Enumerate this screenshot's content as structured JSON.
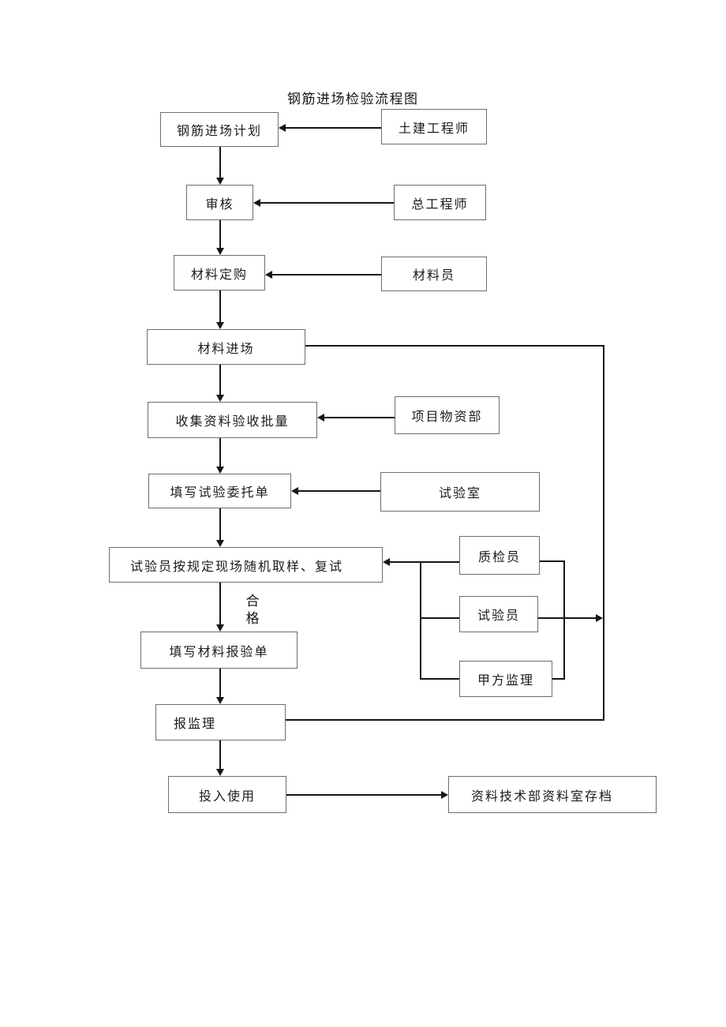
{
  "title": "钢筋进场检验流程图",
  "nodes": {
    "plan": "钢筋进场计划",
    "review": "审核",
    "order": "材料定购",
    "entry": "材料进场",
    "collect": "收集资料验收批量",
    "fill_test_form": "填写试验委托单",
    "sampling": "试验员按规定现场随机取样、复试",
    "fill_report_form": "填写材料报验单",
    "report_supervision": "报监理",
    "put_into_use": "投入使用",
    "civil_engineer": "土建工程师",
    "chief_engineer": "总工程师",
    "material_clerk": "材料员",
    "materials_dept": "项目物资部",
    "lab": "试验室",
    "qc_inspector": "质检员",
    "tester": "试验员",
    "party_a_supervisor": "甲方监理",
    "archive": "资料技术部资料室存档"
  },
  "edge_labels": {
    "qualified": "合格"
  },
  "edges": [
    {
      "from": "civil_engineer",
      "to": "plan"
    },
    {
      "from": "plan",
      "to": "review"
    },
    {
      "from": "chief_engineer",
      "to": "review"
    },
    {
      "from": "review",
      "to": "order"
    },
    {
      "from": "material_clerk",
      "to": "order"
    },
    {
      "from": "order",
      "to": "entry"
    },
    {
      "from": "entry",
      "to": "collect"
    },
    {
      "from": "materials_dept",
      "to": "collect"
    },
    {
      "from": "collect",
      "to": "fill_test_form"
    },
    {
      "from": "lab",
      "to": "fill_test_form"
    },
    {
      "from": "fill_test_form",
      "to": "sampling"
    },
    {
      "from": "qc_inspector",
      "to": "sampling"
    },
    {
      "from": "tester",
      "to": "sampling"
    },
    {
      "from": "party_a_supervisor",
      "to": "sampling"
    },
    {
      "from": "sampling",
      "to": "fill_report_form",
      "label": "合格"
    },
    {
      "from": "fill_report_form",
      "to": "report_supervision"
    },
    {
      "from": "report_supervision",
      "to": "put_into_use"
    },
    {
      "from": "entry",
      "to": "report_supervision",
      "note": "right-side connector line"
    },
    {
      "from": "put_into_use",
      "to": "archive"
    }
  ],
  "colors": {
    "line": "#161616",
    "box_border": "#6e6e6e",
    "text": "#1b1b1b",
    "background": "#ffffff"
  }
}
